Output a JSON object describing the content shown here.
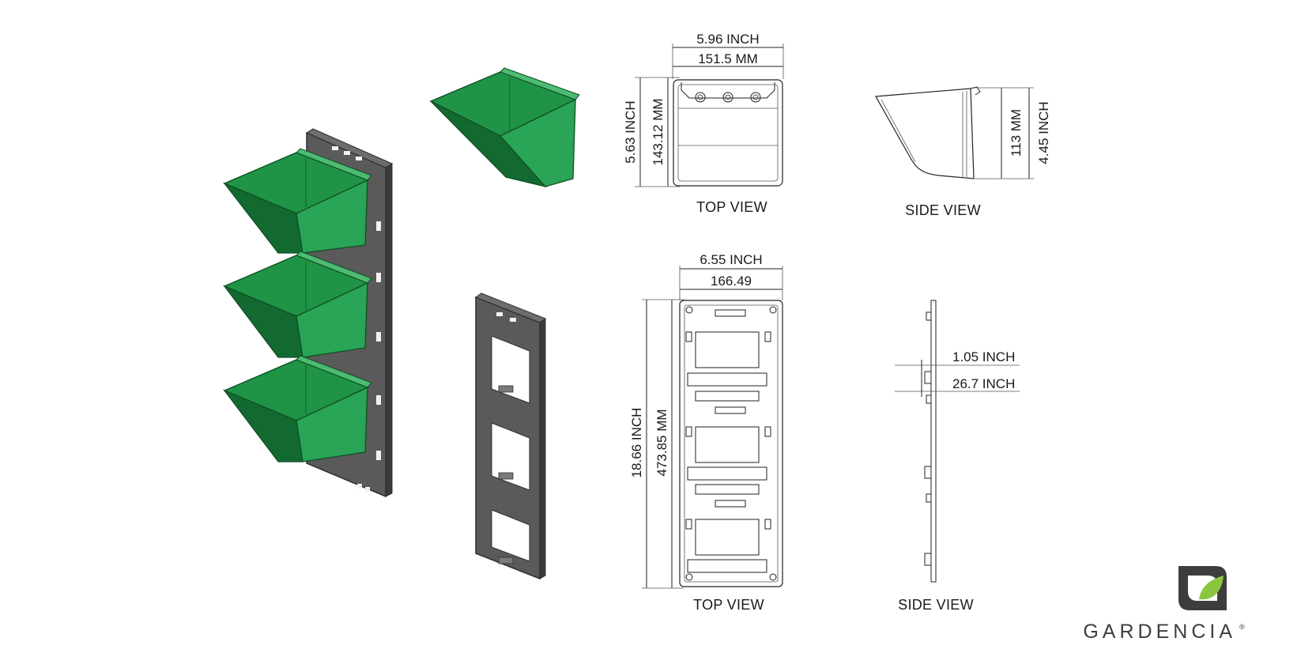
{
  "colors": {
    "pot_green": "#1f9446",
    "pot_green_dark": "#136a31",
    "pot_green_light": "#2aa456",
    "frame_gray": "#5a5a5a",
    "frame_dark": "#2f2f2f",
    "brand_text": "#3d3d3d",
    "brand_leaf": "#8cc63f"
  },
  "pot_drawing": {
    "width_inch": "5.96 INCH",
    "width_mm": "151.5 MM",
    "height_inch": "5.63 INCH",
    "height_mm": "143.12 MM",
    "top_view_label": "TOP VIEW",
    "depth_mm": "113 MM",
    "depth_inch": "4.45 INCH",
    "side_view_label": "SIDE VIEW"
  },
  "frame_drawing": {
    "width_inch": "6.55 INCH",
    "width_mm": "166.49",
    "height_inch": "18.66 INCH",
    "height_mm": "473.85 MM",
    "top_view_label": "TOP VIEW",
    "thickness_inch": "1.05 INCH",
    "thickness_second": "26.7 INCH",
    "side_view_label": "SIDE VIEW"
  },
  "brand": {
    "name": "GARDENCIA",
    "trademark": "®",
    "icon": "gardencia-leaf-logo-icon"
  }
}
